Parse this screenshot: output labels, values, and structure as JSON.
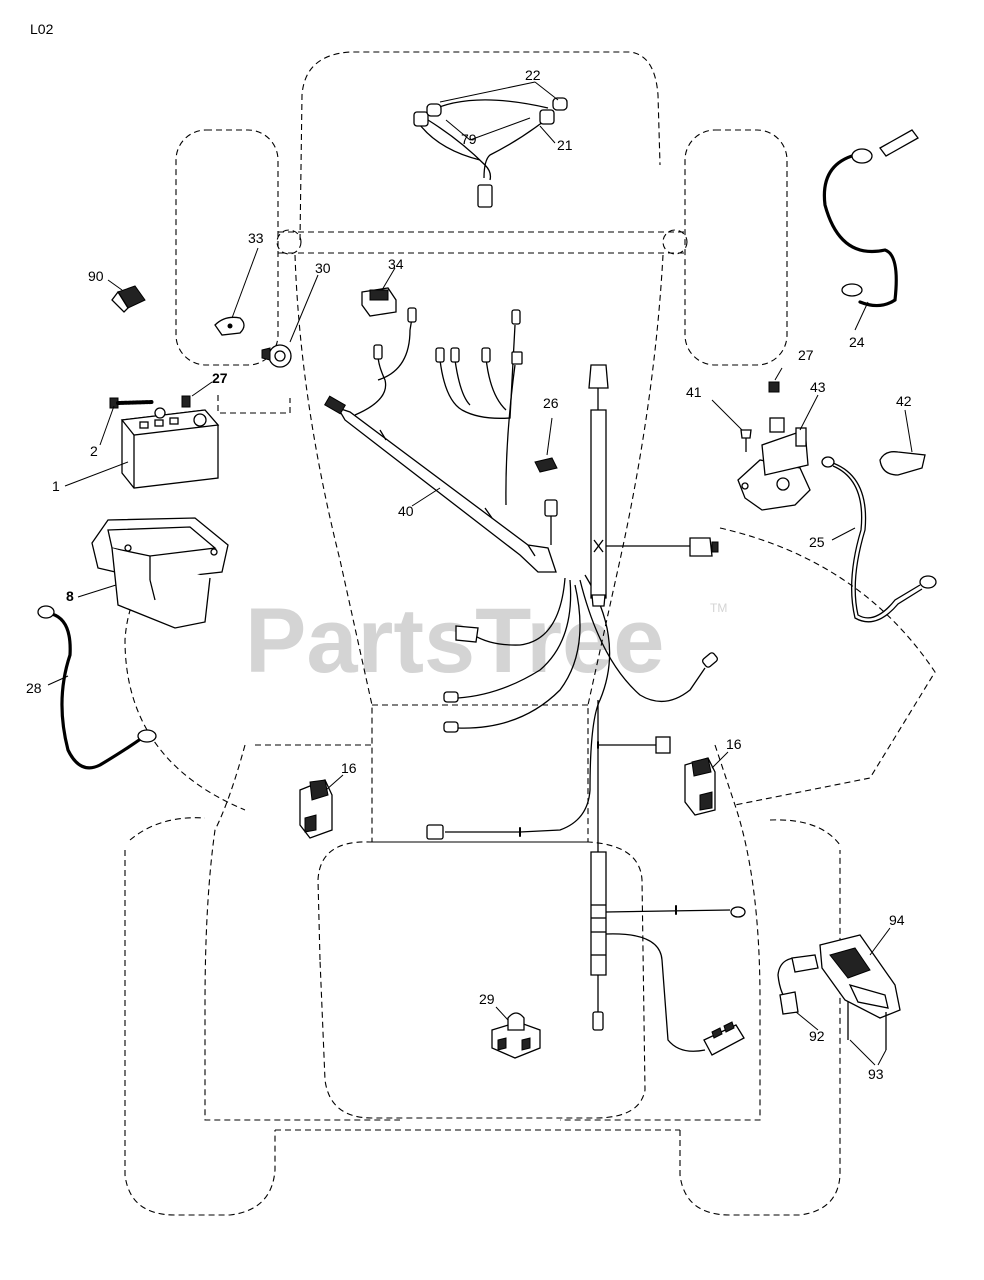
{
  "page_code": "L02",
  "watermark": {
    "text": "PartsTree",
    "tm": "TM"
  },
  "callouts": {
    "c1": "1",
    "c2": "2",
    "c8": "8",
    "c16a": "16",
    "c16b": "16",
    "c21": "21",
    "c22": "22",
    "c24": "24",
    "c25": "25",
    "c26": "26",
    "c27a": "27",
    "c27b": "27",
    "c28": "28",
    "c29": "29",
    "c30": "30",
    "c33": "33",
    "c34": "34",
    "c40": "40",
    "c41": "41",
    "c42": "42",
    "c43": "43",
    "c79": "79",
    "c90": "90",
    "c92": "92",
    "c93": "93",
    "c94": "94"
  },
  "colors": {
    "line": "#000000",
    "watermark": "#d4d4d4",
    "background": "#ffffff"
  }
}
